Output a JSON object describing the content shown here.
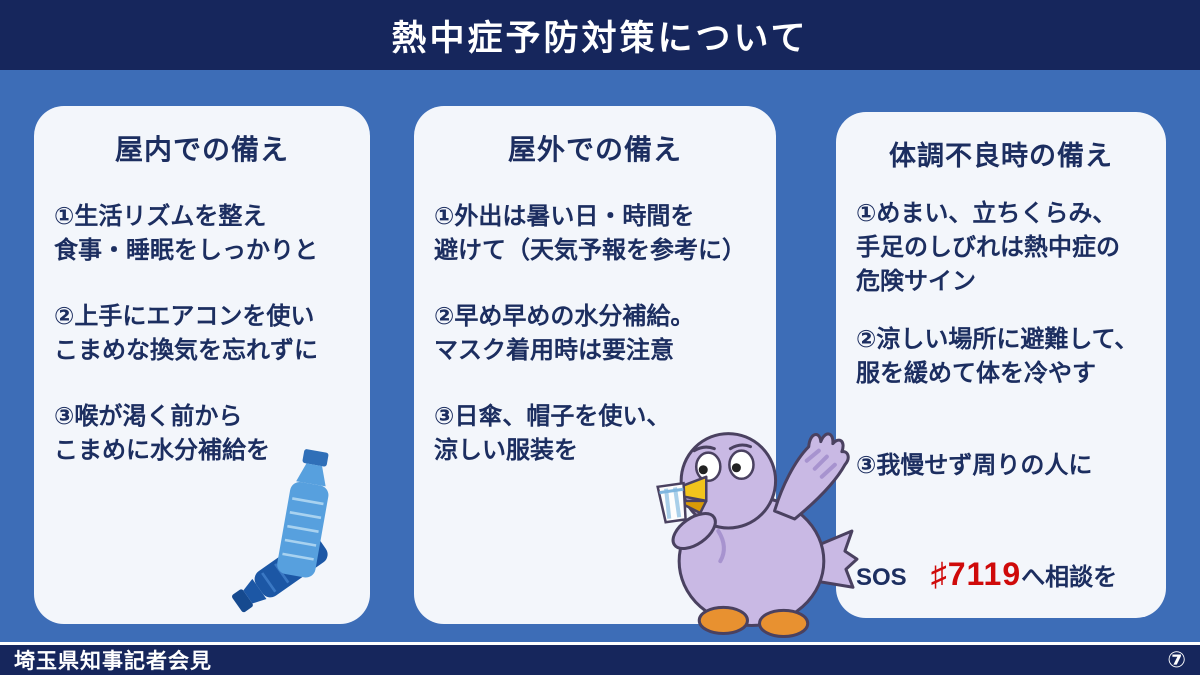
{
  "header": {
    "title": "熱中症予防対策について"
  },
  "cards": [
    {
      "title": "屋内での備え",
      "items": [
        "①生活リズムを整え\n食事・睡眠をしっかりと",
        "②上手にエアコンを使い\nこまめな換気を忘れずに",
        "③喉が渇く前から\nこまめに水分補給を"
      ]
    },
    {
      "title": "屋外での備え",
      "items": [
        "①外出は暑い日・時間を\n避けて（天気予報を参考に）",
        "②早め早めの水分補給。\nマスク着用時は要注意",
        "③日傘、帽子を使い、\n涼しい服装を"
      ]
    },
    {
      "title": "体調不良時の備え",
      "items": [
        "①めまい、立ちくらみ、\n手足のしびれは熱中症の\n危険サイン",
        "②涼しい場所に避難して、\n服を緩めて体を冷やす"
      ],
      "sos": {
        "line1": "③我慢せず周りの人に",
        "line2_prefix": "SOS",
        "number": "♯7119",
        "line2_suffix": "へ相談を"
      }
    }
  ],
  "illustrations": {
    "bottles": "water-bottles-illustration",
    "mascot": "kobaton-mascot-drinking-water"
  },
  "footer": {
    "left": "埼玉県知事記者会見",
    "page": "⑦"
  },
  "colors": {
    "header_bg": "#16265c",
    "body_bg": "#3d6db7",
    "card_bg": "#f3f6fb",
    "text_navy": "#1c2e60",
    "emergency_red": "#cf0a0a"
  }
}
